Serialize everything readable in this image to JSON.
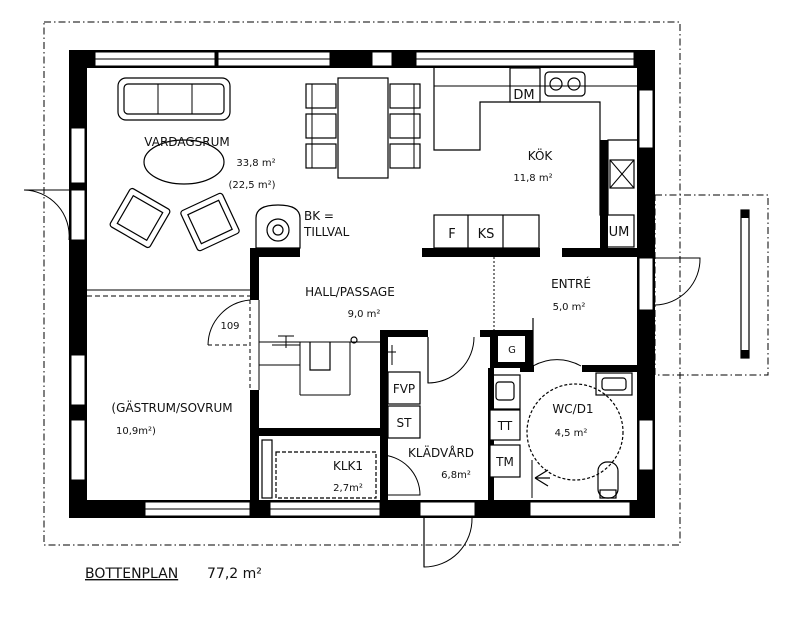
{
  "rooms": {
    "vardagsrum": {
      "name": "VARDAGSRUM",
      "area": "33,8 m²",
      "area2": "(22,5 m²)"
    },
    "kok": {
      "name": "KÖK",
      "area": "11,8 m²"
    },
    "hall": {
      "name": "HALL/PASSAGE",
      "area": "9,0 m²"
    },
    "entre": {
      "name": "ENTRÉ",
      "area": "5,0 m²"
    },
    "gastrum": {
      "name": "(GÄSTRUM/SOVRUM",
      "area": "10,9m²)"
    },
    "wc": {
      "name": "WC/D1",
      "area": "4,5 m²"
    },
    "klk": {
      "name": "KLK1",
      "area": "2,7m²"
    },
    "kladvard": {
      "name": "KLÄDVÅRD",
      "area": "6,8m²"
    }
  },
  "fixtures": {
    "dm": "DM",
    "f": "F",
    "ks": "KS",
    "um": "UM",
    "g": "G",
    "fvp": "FVP",
    "st": "ST",
    "tt": "TT",
    "tm": "TM",
    "bk_line1": "BK =",
    "bk_line2": "TILLVAL",
    "stair_label": "109"
  },
  "caption": {
    "title": "BOTTENPLAN",
    "area": "77,2 m²"
  }
}
